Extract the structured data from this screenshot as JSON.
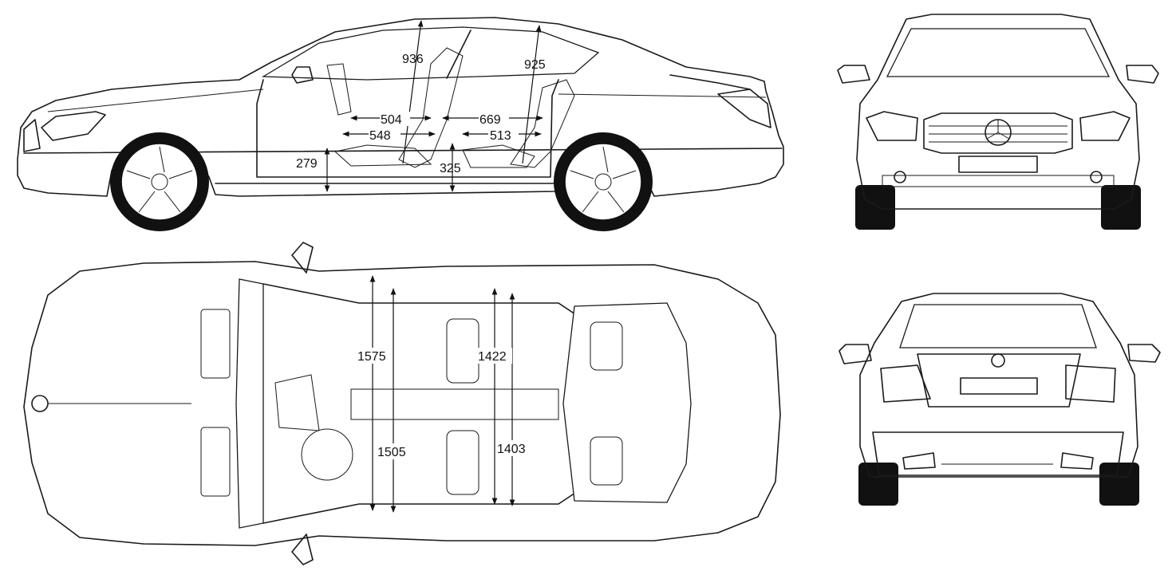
{
  "views": {
    "side": {
      "labels": {
        "d936": "936",
        "d925": "925",
        "d504": "504",
        "d548": "548",
        "d669": "669",
        "d513": "513",
        "d279": "279",
        "d325": "325"
      }
    },
    "top": {
      "labels": {
        "d1575": "1575",
        "d1422": "1422",
        "d1505": "1505",
        "d1403": "1403"
      }
    }
  }
}
